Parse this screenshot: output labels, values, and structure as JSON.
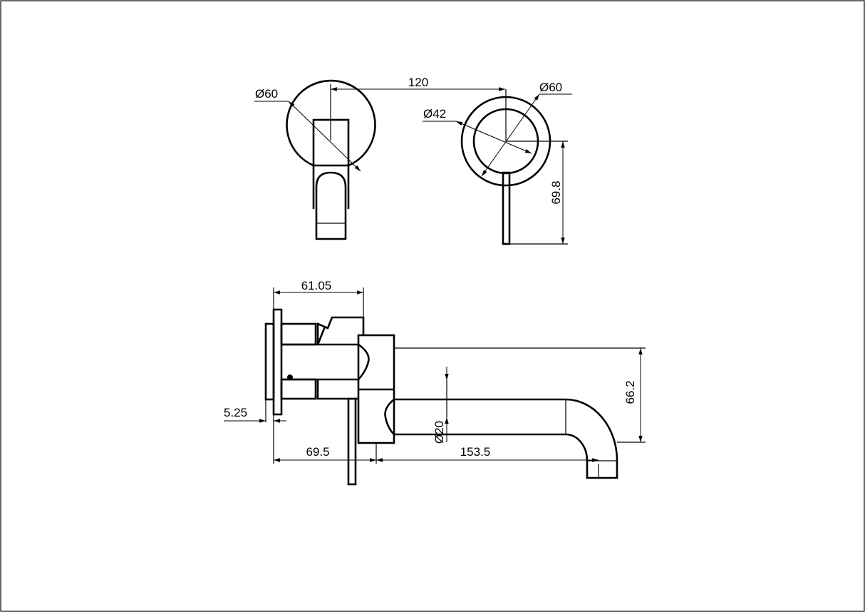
{
  "drawing": {
    "front_view_handle": {
      "diameter_label": "Ø60",
      "spacing_label": "120"
    },
    "front_view_plate": {
      "outer_diameter_label": "Ø60",
      "inner_diameter_label": "Ø42",
      "lever_length_label": "69.8"
    },
    "side_view": {
      "body_depth_label": "61.05",
      "plate_thickness_label": "5.25",
      "wall_to_spout_label": "69.5",
      "spout_reach_label": "153.5",
      "spout_height_label": "66.2",
      "spout_diameter_label": "Ø20"
    },
    "line_color": "#000000",
    "background_color": "#ffffff"
  }
}
